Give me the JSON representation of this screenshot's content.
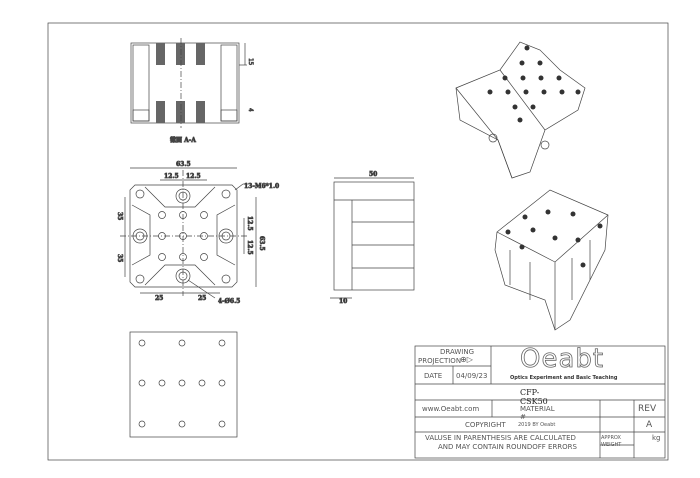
{
  "section_view": {
    "label": "截面 A-A",
    "dim_depth": "15",
    "dim_bottom": "4"
  },
  "top_view": {
    "width": "63.5",
    "height": "63.5",
    "pitch_x1": "12.5",
    "pitch_x2": "12.5",
    "pitch_y1": "12.5",
    "pitch_y2": "12.5",
    "thread_note": "13-M6*1.0",
    "hole_note": "4-Ø6.5",
    "dim_left_1": "35",
    "dim_left_2": "35",
    "dim_bottom_1": "25",
    "dim_bottom_2": "25"
  },
  "side_view": {
    "width": "50",
    "base": "10"
  },
  "title_block": {
    "drawing_projection": "DRAWING",
    "projection_label": "PROJECTION",
    "date_label": "DATE",
    "date": "04/09/23",
    "logo": "Oeabt",
    "tagline": "Optics Experiment and Basic Teaching",
    "part_number": "CFP-CSK50",
    "website": "www.Oeabt.com",
    "material": "MATERIAL #",
    "rev_label": "REV",
    "rev": "A",
    "copyright": "COPYRIGHT",
    "copyright_year": "2019 BY Oeabt",
    "note_line1": "VALUSE IN PARENTHESIS ARE CALCULATED",
    "note_line2": "AND MAY CONTAIN ROUNDOFF ERRORS",
    "weight_label1": "APPROX",
    "weight_label2": "WEIGHT",
    "weight_unit": "kg"
  }
}
